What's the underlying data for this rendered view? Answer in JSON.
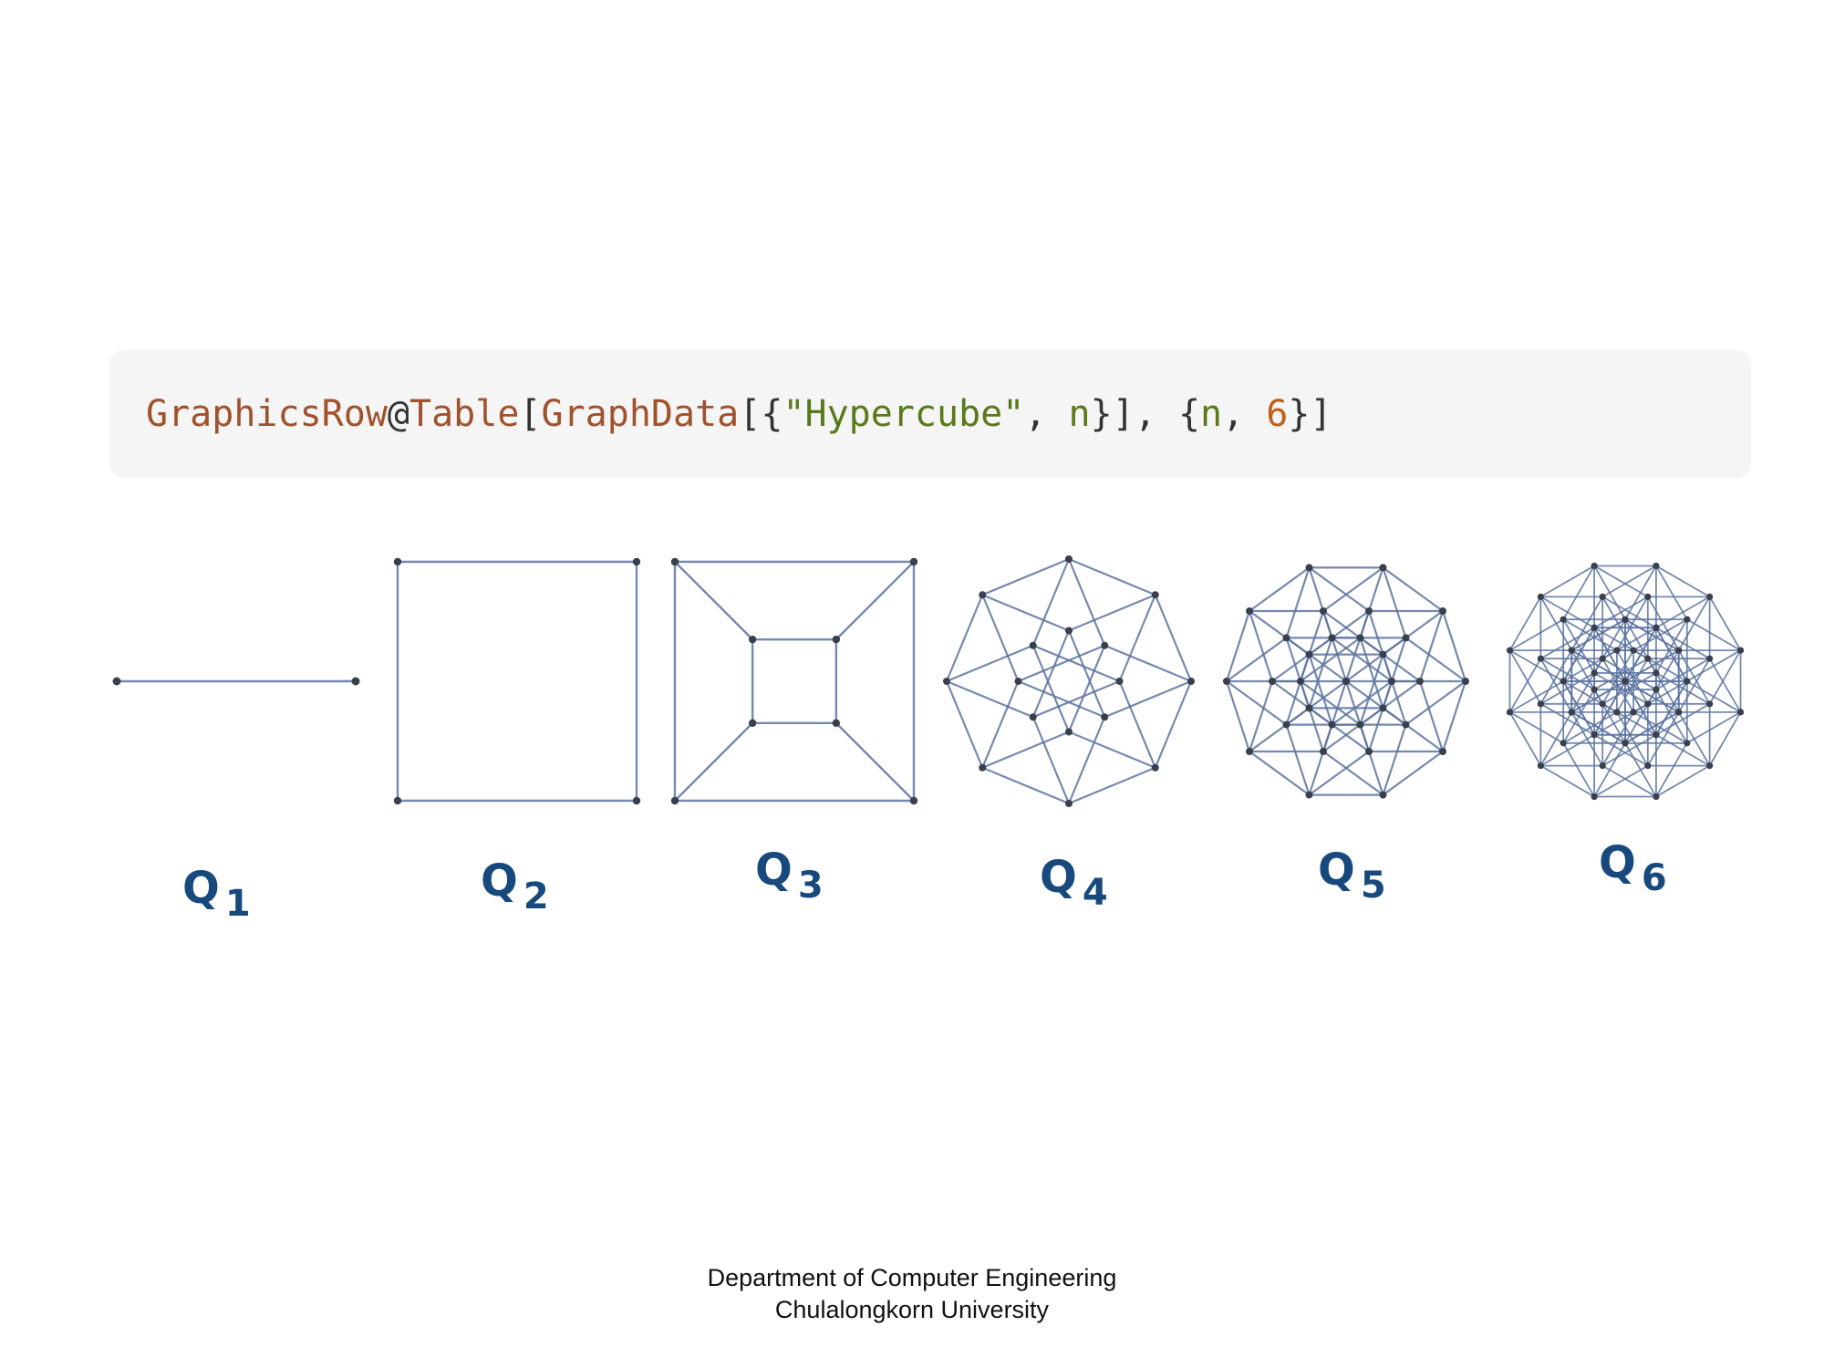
{
  "code": {
    "tokens": [
      {
        "text": "GraphicsRow",
        "kind": "fn"
      },
      {
        "text": "@",
        "kind": "op"
      },
      {
        "text": "Table",
        "kind": "fn"
      },
      {
        "text": "[",
        "kind": "op"
      },
      {
        "text": "GraphData",
        "kind": "fn"
      },
      {
        "text": "[{",
        "kind": "op"
      },
      {
        "text": "\"Hypercube\"",
        "kind": "str"
      },
      {
        "text": ", ",
        "kind": "op"
      },
      {
        "text": "n",
        "kind": "var"
      },
      {
        "text": "}], {",
        "kind": "op"
      },
      {
        "text": "n",
        "kind": "var"
      },
      {
        "text": ", ",
        "kind": "op"
      },
      {
        "text": "6",
        "kind": "num"
      },
      {
        "text": "}]",
        "kind": "op"
      }
    ]
  },
  "graphs": [
    {
      "label": "Q",
      "sub": "1",
      "n": 1
    },
    {
      "label": "Q",
      "sub": "2",
      "n": 2
    },
    {
      "label": "Q",
      "sub": "3",
      "n": 3
    },
    {
      "label": "Q",
      "sub": "4",
      "n": 4
    },
    {
      "label": "Q",
      "sub": "5",
      "n": 5
    },
    {
      "label": "Q",
      "sub": "6",
      "n": 6
    }
  ],
  "colors": {
    "edge": "#5d74a0",
    "vertex": "#3a3f4c",
    "label": "#17497d"
  },
  "footer": {
    "line1": "Department of Computer Engineering",
    "line2": "Chulalongkorn University"
  }
}
